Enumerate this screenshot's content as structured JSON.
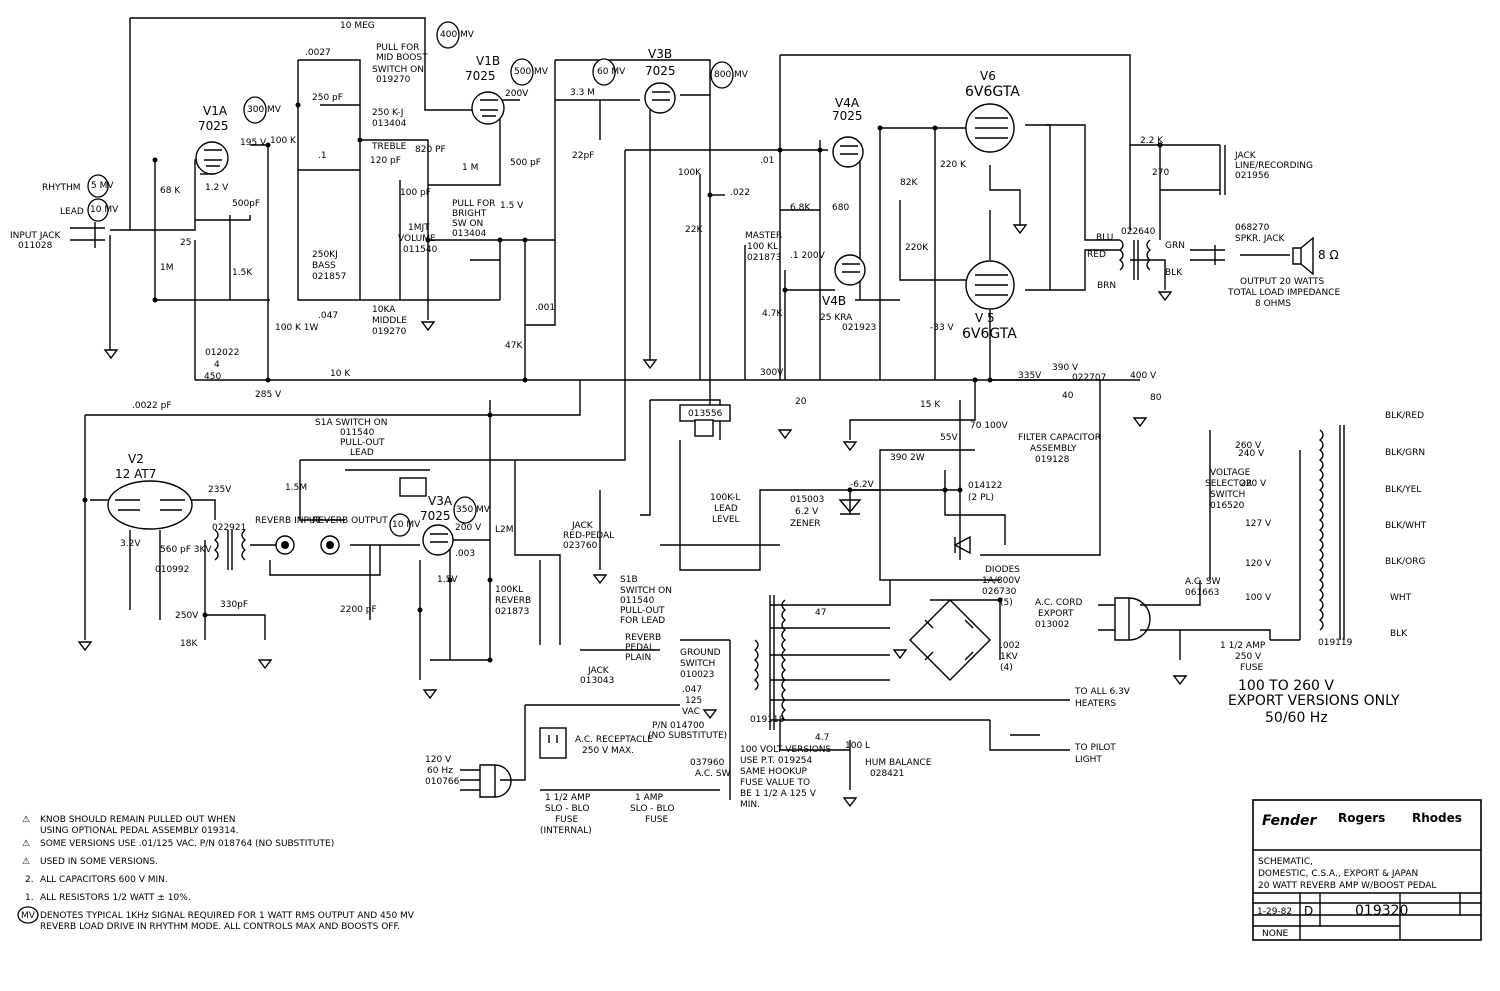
{
  "title_block": {
    "brands": [
      "Fender",
      "Rogers",
      "Rhodes"
    ],
    "lines": [
      "SCHEMATIC,",
      "DOMESTIC, C.S.A., EXPORT & JAPAN",
      "20 WATT REVERB AMP W/BOOST PEDAL"
    ],
    "revision": "D",
    "part_no": "019320",
    "date": "1-29-82",
    "scale": "NONE"
  },
  "notes": [
    {
      "mark": "⚠",
      "text": "KNOB SHOULD REMAIN PULLED OUT WHEN"
    },
    {
      "mark": "",
      "text": "USING OPTIONAL PEDAL ASSEMBLY 019314."
    },
    {
      "mark": "⚠",
      "text": "SOME VERSIONS USE .01/125 VAC. P/N 018764 (NO SUBSTITUTE)"
    },
    {
      "mark": "⚠",
      "text": "USED IN SOME VERSIONS."
    },
    {
      "mark": "2.",
      "text": "ALL CAPACITORS 600 V MIN."
    },
    {
      "mark": "1.",
      "text": "ALL RESISTORS 1/2 WATT ± 10%."
    },
    {
      "mark": "MV",
      "text": "DENOTES TYPICAL 1KHz SIGNAL REQUIRED FOR 1 WATT RMS OUTPUT AND 450 MV"
    },
    {
      "mark": "",
      "text": "REVERB LOAD DRIVE IN RHYTHM MODE. ALL CONTROLS MAX AND BOOSTS OFF."
    }
  ],
  "export": {
    "line1": "100 TO 260 V",
    "line2": "EXPORT VERSIONS ONLY",
    "line3": "50/60 Hz"
  },
  "selector_taps": [
    "260 V",
    "240 V",
    "220 V",
    "127 V",
    "120 V",
    "100 V"
  ],
  "selector_wires": [
    "BLK/RED",
    "BLK/GRN",
    "BLK/YEL",
    "BLK/WHT",
    "BLK/ORG",
    "WHT",
    "BLK"
  ],
  "tubes": {
    "v1a": {
      "name": "V1A",
      "type": "7025"
    },
    "v1b": {
      "name": "V1B",
      "type": "7025"
    },
    "v3b": {
      "name": "V3B",
      "type": "7025"
    },
    "v4a": {
      "name": "V4A",
      "type": "7025"
    },
    "v4b": {
      "name": "V4B"
    },
    "v6": {
      "name": "V6",
      "type": "6V6GTA"
    },
    "v5": {
      "name": "V 5",
      "type": "6V6GTA"
    },
    "v2": {
      "name": "V2",
      "type": "12 AT7"
    },
    "v3a": {
      "name": "V3A",
      "type": "7025"
    }
  },
  "signal_levels": [
    "400 MV",
    "300 MV",
    "500 MV",
    "60 MV",
    "800 MV",
    "5 MV",
    "10 MV",
    "10 MV",
    "350 MV"
  ],
  "jacks": {
    "input": [
      "INPUT JACK",
      "011028"
    ],
    "rhythm": "RHYTHM",
    "lead": "LEAD",
    "line": [
      "JACK",
      "LINE/RECORDING",
      "021956"
    ],
    "speaker": [
      "068270",
      "SPKR. JACK"
    ],
    "output": [
      "OUTPUT 20 WATTS",
      "TOTAL LOAD IMPEDANCE",
      "8 OHMS"
    ],
    "red_pedal": [
      "JACK",
      "RED-PEDAL",
      "023760"
    ],
    "reverb_pedal": [
      "JACK",
      "013043"
    ],
    "reverb_input": "REVERB INPUT",
    "reverb_output": "REVERB OUTPUT"
  },
  "controls": {
    "treble": [
      "250 K-J",
      "013404",
      "TREBLE"
    ],
    "bass": [
      "250KJ",
      "BASS",
      "021857"
    ],
    "middle": [
      "10KA",
      "MIDDLE",
      "019270"
    ],
    "volume": [
      "1MJT",
      "VOLUME",
      "011540"
    ],
    "master": [
      "MASTER",
      "100 KL",
      "021873"
    ],
    "lead_level": [
      "100K-L",
      "LEAD",
      "LEVEL"
    ],
    "reverb": [
      "100KL",
      "REVERB",
      "021873"
    ],
    "hum": [
      "HUM BALANCE",
      "028421"
    ],
    "mid_boost": [
      "PULL FOR",
      "MID BOOST",
      "SWITCH ON",
      "019270"
    ],
    "bright": [
      "PULL FOR",
      "BRIGHT",
      "SW ON",
      "013404"
    ],
    "s1a": [
      "S1A SWITCH ON",
      "011540",
      "PULL-OUT",
      "LEAD"
    ],
    "s1b": [
      "S1B",
      "SWITCH ON",
      "011540",
      "PULL-OUT",
      "FOR LEAD"
    ]
  },
  "voltages": [
    "195 V",
    "200V",
    "200 V",
    "285 V",
    "300V",
    "335V",
    "390 V",
    "400 V",
    "235V",
    "3.2V",
    "250V",
    "1.2 V",
    "1.5 V",
    "1.5V",
    "-6.2V",
    "-33 V",
    "55V"
  ],
  "components": [
    "10 MEG",
    ".0027",
    "250 pF",
    "100 K",
    ".1",
    "820 PF",
    "100 pF",
    "120 pF",
    "1 M",
    "500 pF",
    "68 K",
    "1M",
    "500pF",
    "25",
    "1.5K",
    "100 K 1W",
    ".047",
    "012022",
    "4",
    "450",
    "10 K",
    "3.3 M",
    "22pF",
    "100K",
    "22K",
    ".022",
    ".001",
    "47K",
    ".01",
    "6.8K",
    "680",
    ".1 200V",
    "4.7K",
    "25 KRA",
    "021923",
    "82K",
    "220 K",
    "220K",
    "2.2 K",
    "270",
    "022640",
    "BLU",
    "RED",
    "BRN",
    "GRN",
    "BLK",
    "8 Ω",
    "013556",
    "15 K",
    "70 100V",
    "390 2W",
    "014122",
    "(2 PL)",
    "015003",
    "6.2 V",
    "ZENER",
    ".0022 pF",
    "V2",
    "022921",
    "560 pF 3KV",
    "010992",
    "330pF",
    "18K",
    "1.5M",
    "2200 pF",
    ".003",
    "L2M",
    "4.7",
    "100 L",
    "47",
    "80",
    "20",
    "40",
    "022707"
  ],
  "filter_cap": [
    "FILTER CAPACITOR",
    "ASSEMBLY",
    "019128"
  ],
  "power": {
    "diodes": [
      "DIODES",
      "1A/800V",
      "026730",
      "(5)"
    ],
    "cap": [
      ".002",
      "1KV",
      "(4)"
    ],
    "ac_cord": [
      "A.C. CORD",
      "EXPORT",
      "013002"
    ],
    "ac_sw": [
      "A.C. SW",
      "061663"
    ],
    "fuse_export": [
      "1 1/2 AMP",
      "250 V",
      "FUSE"
    ],
    "heaters": [
      "TO ALL 6.3V",
      "HEATERS"
    ],
    "pilot": [
      "TO PILOT",
      "LIGHT"
    ],
    "transformer": "019118",
    "selector": [
      "VOLTAGE",
      "SELECTOR",
      "SWITCH",
      "016520"
    ],
    "selector_tf": "019119",
    "mains": [
      "120 V",
      "60 Hz",
      "010766"
    ],
    "receptacle": [
      "A.C. RECEPTACLE",
      "250 V MAX."
    ],
    "ground": [
      "GROUND",
      "SWITCH",
      "010023"
    ],
    "ground_cap": [
      ".047",
      "125",
      "VAC"
    ],
    "ground_pn": [
      "P/N 014700",
      "(NO SUBSTITUTE)"
    ],
    "fuse_int": [
      "1 1/2 AMP",
      "SLO - BLO",
      "FUSE",
      "(INTERNAL)"
    ],
    "fuse_slo": [
      "1 AMP",
      "SLO - BLO",
      "FUSE"
    ],
    "ac_sw_main": [
      "037960",
      "A.C. SW"
    ],
    "hundred_v": [
      "100 VOLT VERSIONS",
      "USE P.T. 019254",
      "SAME HOOKUP",
      "FUSE VALUE TO",
      "BE 1 1/2 A 125 V",
      "MIN."
    ]
  },
  "reverb_label": [
    "REVERB",
    "PEDAL",
    "PLAIN"
  ]
}
